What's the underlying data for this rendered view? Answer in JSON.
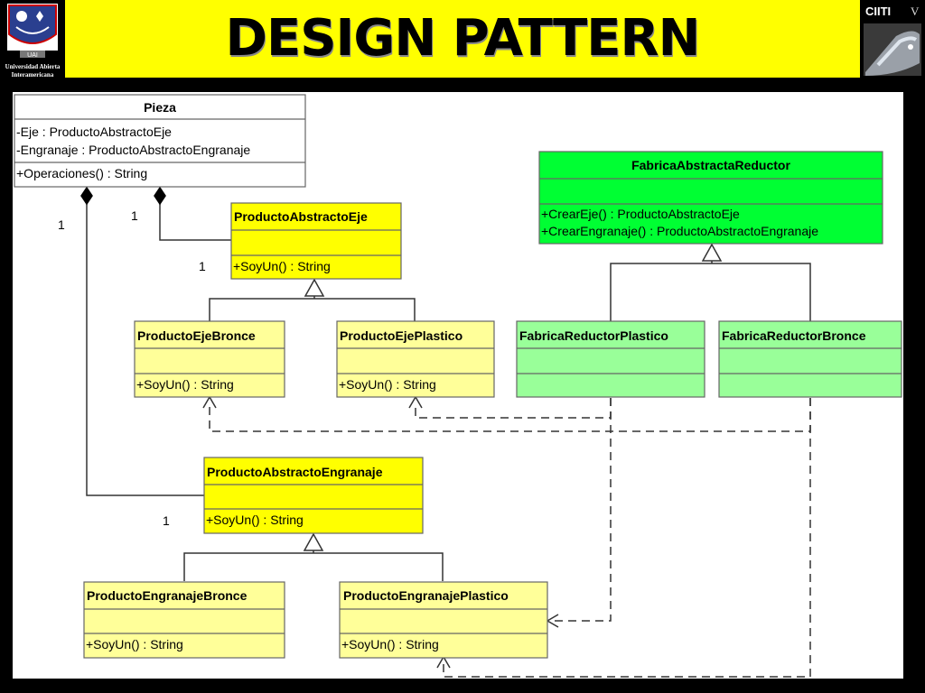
{
  "title": "DESIGN PATTERN",
  "logo_left_text": [
    "Universidad Abierta",
    "Interamericana"
  ],
  "logo_left_seal": "UAI",
  "logo_right_text": "CIITI",
  "logo_right_suffix": "V",
  "colors": {
    "header": "#ffff00",
    "abstract_product": "#ffff00",
    "concrete_product": "#ffff99",
    "abstract_factory": "#00ff33",
    "concrete_factory": "#99ff99"
  },
  "classes": {
    "pieza": {
      "name": "Pieza",
      "attributes": [
        "-Eje : ProductoAbstractoEje",
        "-Engranaje : ProductoAbstractoEngranaje"
      ],
      "methods": [
        "+Operaciones() : String"
      ]
    },
    "producto_abstracto_eje": {
      "name": "ProductoAbstractoEje",
      "attributes": [],
      "methods": [
        "+SoyUn() : String"
      ]
    },
    "producto_eje_bronce": {
      "name": "ProductoEjeBronce",
      "attributes": [],
      "methods": [
        "+SoyUn() : String"
      ]
    },
    "producto_eje_plastico": {
      "name": "ProductoEjePlastico",
      "attributes": [],
      "methods": [
        "+SoyUn() : String"
      ]
    },
    "fabrica_abstracta_reductor": {
      "name": "FabricaAbstractaReductor",
      "attributes": [],
      "methods": [
        "+CrearEje() : ProductoAbstractoEje",
        "+CrearEngranaje() : ProductoAbstractoEngranaje"
      ]
    },
    "fabrica_reductor_plastico": {
      "name": "FabricaReductorPlastico",
      "attributes": [],
      "methods": []
    },
    "fabrica_reductor_bronce": {
      "name": "FabricaReductorBronce",
      "attributes": [],
      "methods": []
    },
    "producto_abstracto_engranaje": {
      "name": "ProductoAbstractoEngranaje",
      "attributes": [],
      "methods": [
        "+SoyUn() : String"
      ]
    },
    "producto_engranaje_bronce": {
      "name": "ProductoEngranajeBronce",
      "attributes": [],
      "methods": [
        "+SoyUn() : String"
      ]
    },
    "producto_engranaje_plastico": {
      "name": "ProductoEngranajePlastico",
      "attributes": [],
      "methods": [
        "+SoyUn() : String"
      ]
    }
  },
  "multiplicities": {
    "pieza_engranaje_src": "1",
    "pieza_eje_src": "1",
    "eje_target": "1",
    "engranaje_target": "1"
  }
}
